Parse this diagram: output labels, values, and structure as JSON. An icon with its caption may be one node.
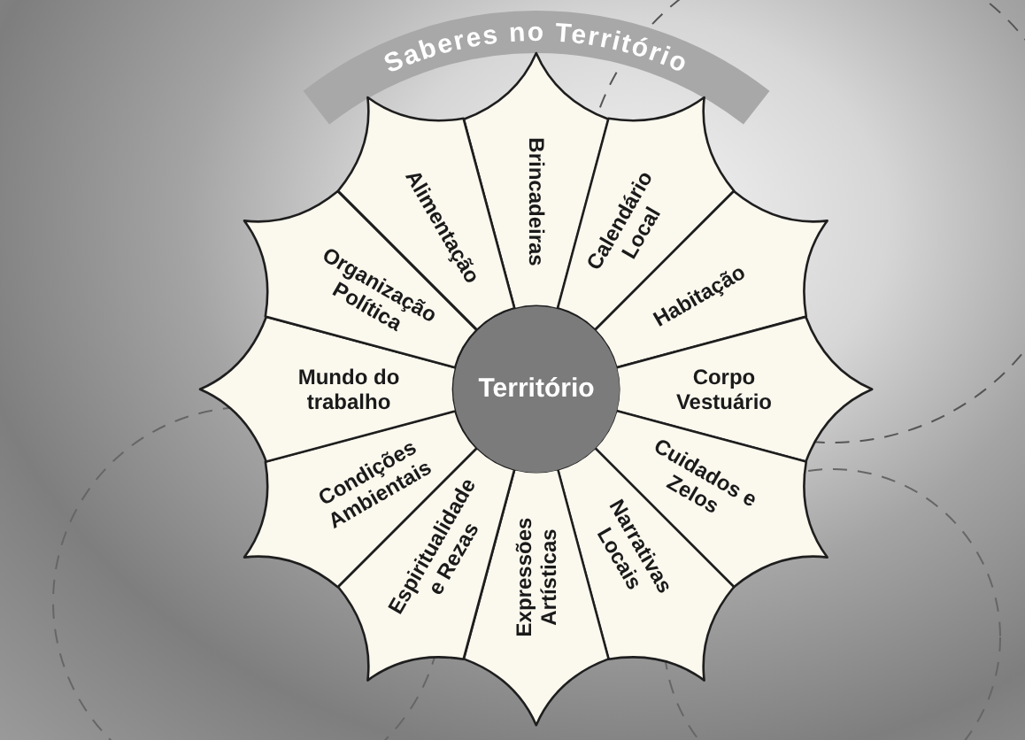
{
  "diagram": {
    "title": "Saberes no Território",
    "nodes": [
      {
        "text": [
          "Território"
        ]
      },
      {
        "text": [
          "Brincadeiras"
        ]
      },
      {
        "text": [
          "Calendário Local"
        ]
      },
      {
        "text": [
          "Habitação"
        ]
      },
      {
        "text": [
          "Corpo Vestuário"
        ]
      },
      {
        "text": [
          "Cuidados e Zelos"
        ]
      },
      {
        "text": [
          "Narrativas Locais"
        ]
      },
      {
        "text": [
          "Expressões Artísticas"
        ]
      },
      {
        "text": [
          "Espiritualidade e Rezas"
        ]
      },
      {
        "text": [
          "Condições Ambientais"
        ]
      },
      {
        "text": [
          "Mundo do trabalho"
        ]
      },
      {
        "text": [
          "Organização Política"
        ]
      },
      {
        "text": [
          "Alimentação"
        ]
      }
    ]
  }
}
